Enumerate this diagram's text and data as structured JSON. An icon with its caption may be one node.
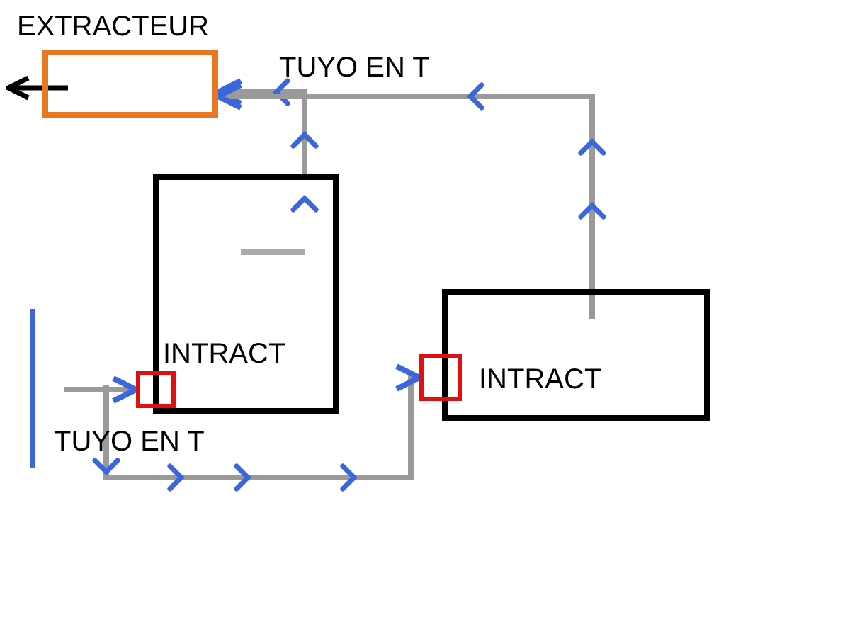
{
  "diagram": {
    "nodes": [
      {
        "text": [
          "EXTRACTEUR"
        ]
      },
      {
        "text": [],
        "shape": "box"
      },
      {
        "text": [],
        "shape": "box"
      },
      {
        "text": [],
        "shape": "box"
      },
      {
        "text": [],
        "shape": "box"
      }
    ],
    "edges": [
      {
        "from": 1,
        "to": 0,
        "arrow": "to"
      },
      {
        "from": 3,
        "to": 0,
        "arrow": "to"
      },
      {
        "from": null,
        "to": 2,
        "arrow": "to"
      },
      {
        "from": null,
        "to": 4,
        "arrow": "to"
      },
      {
        "from": 0,
        "to": null,
        "arrow": "to",
        "color": "#000000"
      }
    ],
    "labels": [
      "TUYO EN T",
      "INTRACT",
      "INTRACT",
      "TUYO EN T"
    ]
  }
}
